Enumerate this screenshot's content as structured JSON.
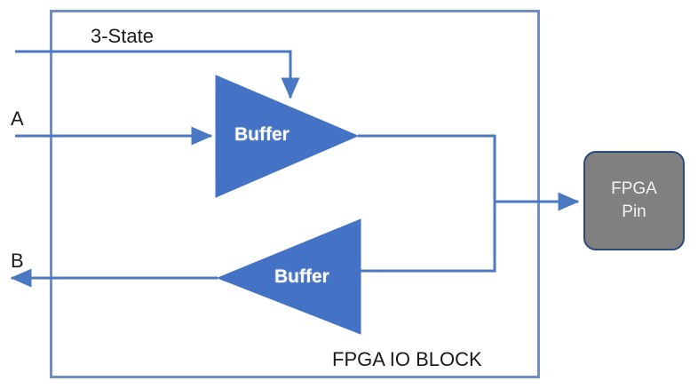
{
  "diagram": {
    "title_label": "FPGA IO BLOCK",
    "colors": {
      "buffer_fill": "#4472C4",
      "wire": "#4A78C2",
      "block_border": "#6F8FC4",
      "pin_fill": "#808080",
      "pin_border": "#2A4A7A",
      "text": "#1A1A1A",
      "buffer_text": "#FFFFFF"
    },
    "signals": {
      "tristate_label": "3-State",
      "input_a_label": "A",
      "output_b_label": "B"
    },
    "buffers": [
      {
        "label": "Buffer",
        "name": "output-buffer",
        "direction": "right"
      },
      {
        "label": "Buffer",
        "name": "input-buffer",
        "direction": "left"
      }
    ],
    "pin": {
      "line1": "FPGA",
      "line2": "Pin"
    }
  }
}
